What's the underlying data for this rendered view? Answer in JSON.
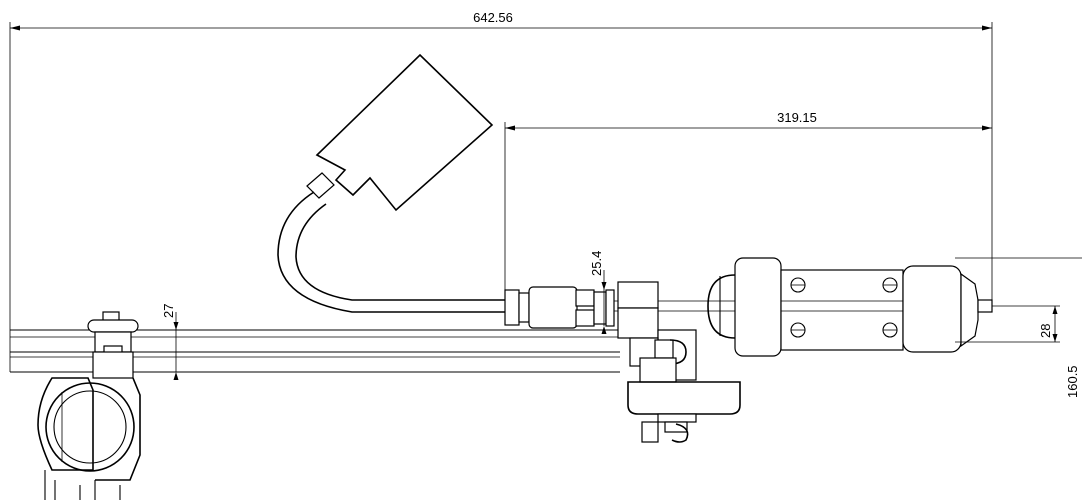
{
  "drawing": {
    "dimensions": {
      "overall_length": "642.56",
      "nozzle_length": "319.15",
      "pipe_diameter": "25.4",
      "rail_height": "27",
      "nozzle_offset": "28",
      "total_height": "160.5"
    },
    "colors": {
      "line": "#000000",
      "background": "#ffffff"
    }
  }
}
